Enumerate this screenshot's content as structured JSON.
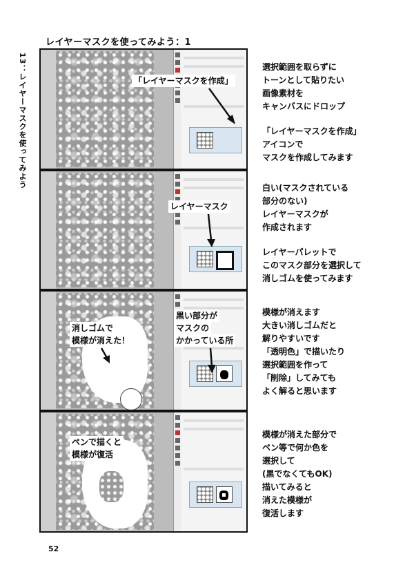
{
  "page": {
    "title": "レイヤーマスクを使ってみよう：1",
    "side_title": "13：レイヤーマスクを使ってみよう",
    "page_number": "52"
  },
  "panels": [
    {
      "callouts": [
        "「レイヤーマスクを作成」"
      ],
      "notes": [
        "選択範囲を取らずに",
        "トーンとして貼りたい",
        "画像素材を",
        "キャンバスにドロップ",
        "",
        "「レイヤーマスクを作成」",
        "アイコンで",
        "マスクを作成してみます"
      ]
    },
    {
      "callouts": [
        "レイヤーマスク"
      ],
      "notes": [
        "白い(マスクされている",
        "部分のない)",
        "レイヤーマスクが",
        "作成されます",
        "",
        "レイヤーパレットで",
        "このマスク部分を選択して",
        "消しゴムを使ってみます"
      ]
    },
    {
      "callouts": [
        "消しゴムで",
        "模様が消えた！",
        "黒い部分が",
        "マスクの",
        "かかっている所"
      ],
      "notes": [
        "模様が消えます",
        "大きい消しゴムだと",
        "解りやすいです",
        "「透明色」で描いたり",
        "選択範囲を作って",
        "「削除」してみても",
        "よく解ると思います"
      ]
    },
    {
      "callouts": [
        "ペンで描くと",
        "模様が復活"
      ],
      "notes": [
        "模様が消えた部分で",
        "ペン等で何か色を",
        "選択して",
        "(黒でなくてもOK)",
        "描いてみると",
        "消えた模様が",
        "復活します"
      ]
    }
  ]
}
